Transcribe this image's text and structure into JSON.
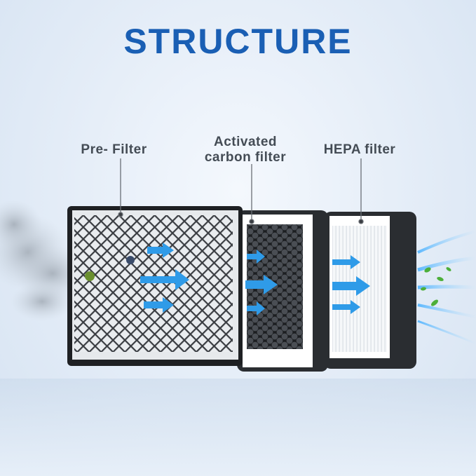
{
  "title": "STRUCTURE",
  "labels": {
    "pre_filter": "Pre- Filter",
    "carbon_filter_line1": "Activated",
    "carbon_filter_line2": "carbon filter",
    "hepa_filter": "HEPA filter"
  },
  "colors": {
    "title": "#1a5fb4",
    "label": "#444c55",
    "arrow": "#2f9be8",
    "frame": "#2a2d31"
  }
}
